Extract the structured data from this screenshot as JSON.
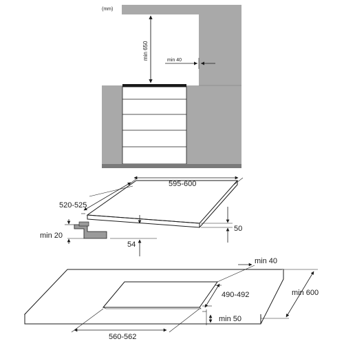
{
  "colors": {
    "cabinet_fill": "#a9a9a9",
    "cabinet_dark": "#9a9a9a",
    "floor": "#7a7a7a",
    "line": "#1a1a1a",
    "white": "#ffffff"
  },
  "installation_view": {
    "unit_label": "(mm)",
    "min_height_label": "min 650",
    "min_side_clearance_label": "min 40"
  },
  "hob_view": {
    "width_label": "595-600",
    "depth_label": "520-525",
    "min_under_label": "min 20",
    "height_label": "50",
    "recess_label": "54"
  },
  "cutout_view": {
    "min_back_label": "min 40",
    "cutout_depth_label": "490-492",
    "min_worktop_depth_label": "min 600",
    "min_front_label": "min 50",
    "cutout_width_label": "560-562"
  }
}
